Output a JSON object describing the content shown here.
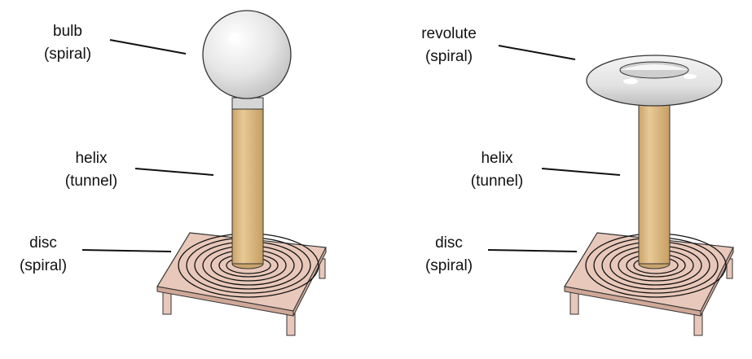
{
  "figures": [
    {
      "labels": [
        {
          "key": "top",
          "name": "bulb",
          "sub": "(spiral)"
        },
        {
          "key": "mid",
          "name": "helix",
          "sub": "(tunnel)"
        },
        {
          "key": "base",
          "name": "disc",
          "sub": "(spiral)"
        }
      ]
    },
    {
      "labels": [
        {
          "key": "top",
          "name": "revolute",
          "sub": "(spiral)"
        },
        {
          "key": "mid",
          "name": "helix",
          "sub": "(tunnel)"
        },
        {
          "key": "base",
          "name": "disc",
          "sub": "(spiral)"
        }
      ]
    }
  ],
  "colors": {
    "pillar": "#e2c08b",
    "pillar_shade": "#c9a46b",
    "base_plate": "#e8c8ba",
    "base_side": "#cfa898",
    "sphere": "#eeeeee",
    "collar": "#d6d6d6",
    "line": "#111111"
  }
}
